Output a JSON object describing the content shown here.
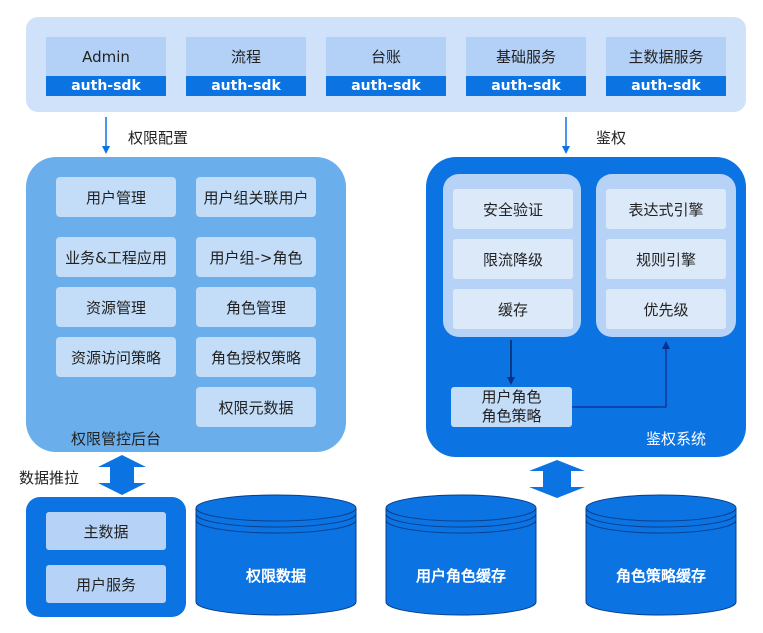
{
  "top_modules": [
    {
      "name": "Admin",
      "sdk": "auth-sdk"
    },
    {
      "name": "流程",
      "sdk": "auth-sdk"
    },
    {
      "name": "台账",
      "sdk": "auth-sdk"
    },
    {
      "name": "基础服务",
      "sdk": "auth-sdk"
    },
    {
      "name": "主数据服务",
      "sdk": "auth-sdk"
    }
  ],
  "arrows": {
    "config_label": "权限配置",
    "auth_label": "鉴权",
    "push_pull_label": "数据推拉"
  },
  "admin_console": {
    "title": "权限管控后台",
    "left_items": [
      "用户管理",
      "业务&工程应用",
      "资源管理",
      "资源访问策略"
    ],
    "right_items": [
      "用户组关联用户",
      "用户组->角色",
      "角色管理",
      "角色授权策略",
      "权限元数据"
    ]
  },
  "auth_system": {
    "title": "鉴权系统",
    "left_group": [
      "安全验证",
      "限流降级",
      "缓存"
    ],
    "right_group": [
      "表达式引擎",
      "规则引擎",
      "优先级"
    ],
    "user_role": {
      "line1": "用户角色",
      "line2": "角色策略"
    }
  },
  "data_sources": {
    "items": [
      "主数据",
      "用户服务"
    ]
  },
  "storages": [
    "权限数据",
    "用户角色缓存",
    "角色策略缓存"
  ],
  "colors": {
    "primary": "#0c73e3",
    "light_panel": "#6aafec",
    "tile": "#c3dcf7",
    "top_panel": "#cfe2f9"
  }
}
